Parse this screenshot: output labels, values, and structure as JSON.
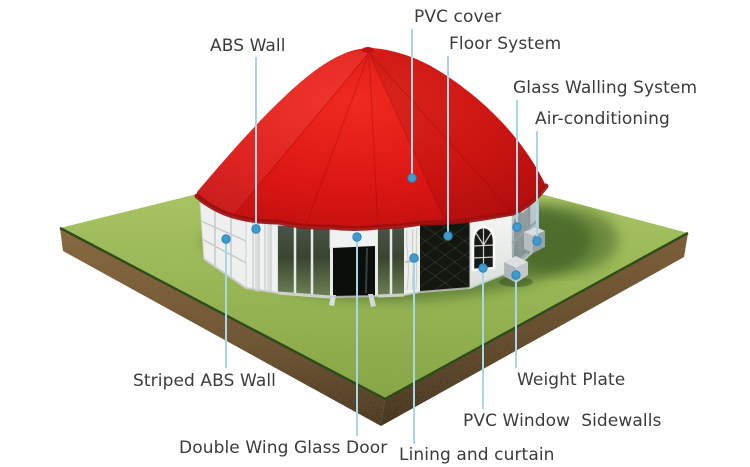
{
  "diagram": {
    "subject": "High peak pagoda party tent with glass walls on a grass ground block",
    "labels": {
      "abs_wall": "ABS Wall",
      "pvc_cover": "PVC cover",
      "floor_system": "Floor System",
      "glass_walling_system": "Glass Walling System",
      "air_conditioning": "Air-conditioning",
      "striped_abs_wall": "Striped ABS Wall",
      "double_wing_glass_door": "Double Wing Glass Door",
      "lining_and_curtain": "Lining and curtain",
      "pvc_window_sidewalls": "PVC Window  Sidewalls",
      "weight_plate": "Weight Plate"
    },
    "colors": {
      "background": "#ffffff",
      "roof_red": "#d91515",
      "grass_green": "#9cba55",
      "soil_brown": "#6b5130",
      "leader_line_blue": "#a6d6e8",
      "marker_dot_blue": "#3f9ad0",
      "label_text": "#3b3b3b"
    }
  }
}
